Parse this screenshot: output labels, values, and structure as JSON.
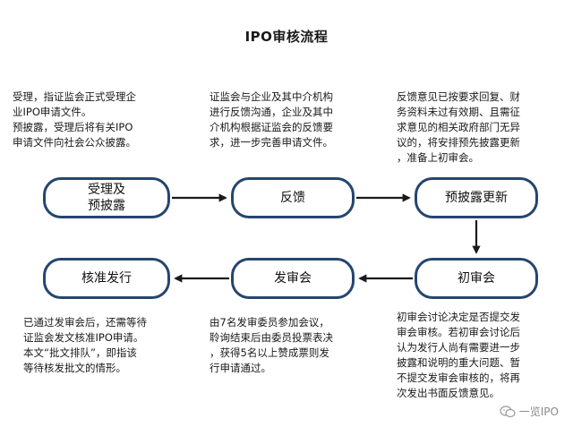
{
  "title": "IPO审核流程",
  "nodes": {
    "accept": "受理及\n预披露",
    "feedback": "反馈",
    "predisclose": "预披露更新",
    "first_review": "初审会",
    "committee": "发审会",
    "approval": "核准发行"
  },
  "descriptions": {
    "accept": "受理，指证监会正式受理企\n业IPO申请文件。\n预披露，受理后将有关IPO\n申请文件向社会公众披露。",
    "feedback": "证监会与企业及其中介机构\n进行反馈沟通，企业及其中\n介机构根据证监会的反馈要\n求，进一步完善申请文件。",
    "predisclose": "反馈意见已按要求回复、财\n务资料未过有效期、且需征\n求意见的相关政府部门无异\n议的，将安排预先披露更新\n，准备上初审会。",
    "approval": "已通过发审会后，还需等待\n证监会发文核准IPO申请。\n本文“批文排队”，即指该\n等待核发批文的情形。",
    "committee": "由7名发审委员参加会议，\n聆询结束后由委员投票表决\n，获得5名以上赞成票则发\n行申请通过。",
    "first_review": "初审会讨论决定是否提交发\n审会审核。若初审会讨论后\n认为发行人尚有需要进一步\n披露和说明的重大问题、暂\n不提交发审会审核的，将再\n次发出书面反馈意见。"
  },
  "watermark": "一览IPO",
  "colors": {
    "node_border": "#24466f",
    "arrow": "#1a1a1a"
  }
}
